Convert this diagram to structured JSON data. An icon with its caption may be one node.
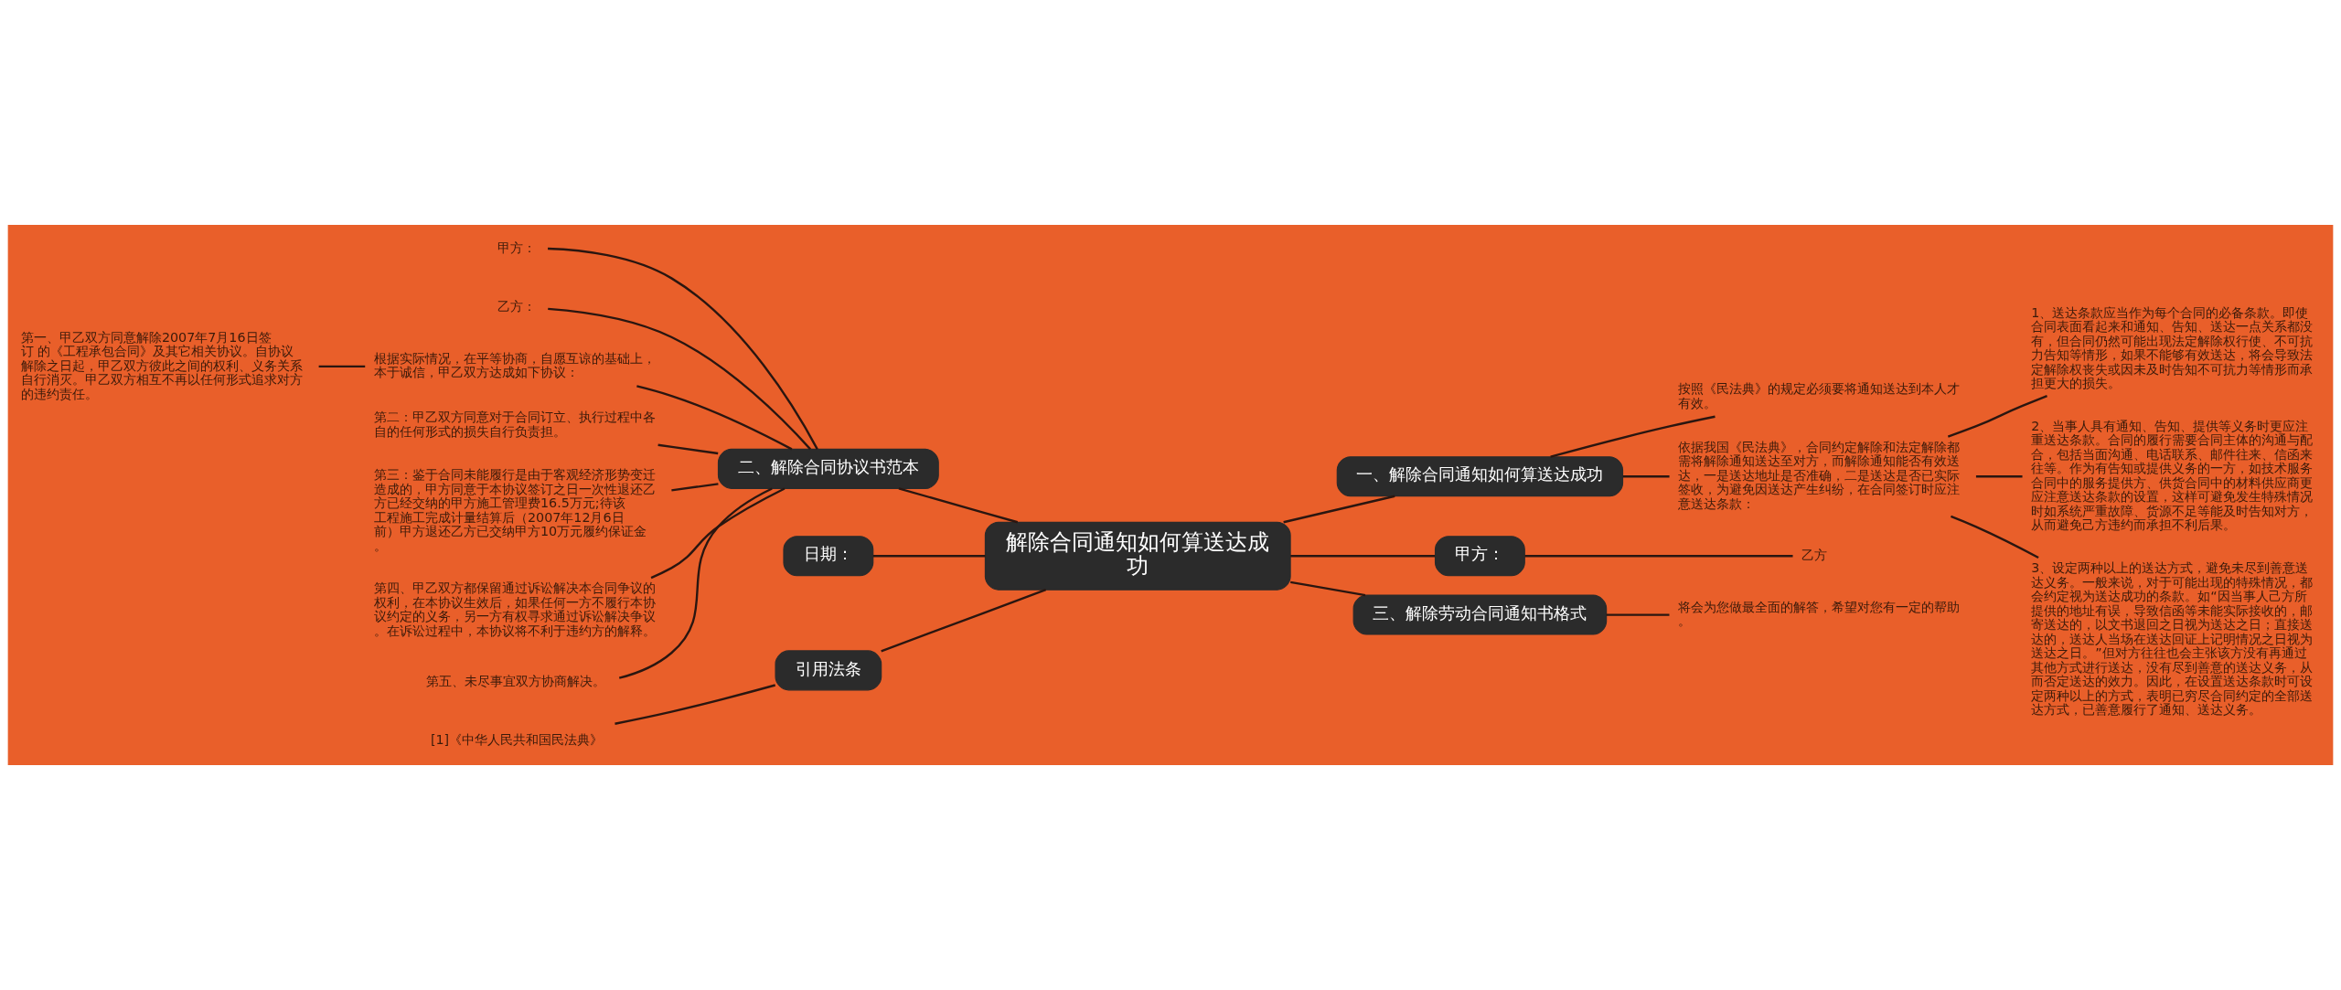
{
  "diagram": {
    "nodes": [
      {
        "text": [
          "解除合同通知如何算送达成功"
        ]
      },
      {
        "text": [
          "一、解除合同通知如何算送达成功"
        ]
      },
      {
        "text": [
          "按照《民法典》的规定必须要将通知送达到本人才有效。"
        ]
      },
      {
        "text": [
          "依据我国《民法典》，合同约定解除和法定解除都需将解除通知送达至对方，而解除通知能否有效送达，一是送达地址是否准确，二是送达是否已实际签收，为避免因送达产生纠纷，在合同签订时应注意送达条款："
        ]
      },
      {
        "text": [
          "1、送达条款应当作为每个合同的必备条款。即使合同表面看起来和通知、告知、送达一点关系都没有，但合同仍然可能出现法定解除权行使、不可抗力告知等情形，如果不能够有效送达，将会导致法定解除权丧失或因未及时告知不可抗力等情形而承担更大的损失。"
        ]
      },
      {
        "text": [
          "2、当事人具有通知、告知、提供等义务时更应注重送达条款。合同的履行需要合同主体的沟通与配合，包括当面沟通、电话联系、邮件往来、信函来往等。作为有告知或提供义务的一方，如技术服务合同中的服务提供方、供货合同中的材料供应商更应注意送达条款的设置，这样可避免发生特殊情况时如系统严重故障、货源不足等能及时告知对方，从而避免己方违约而承担不利后果。"
        ]
      },
      {
        "text": [
          "3、设定两种以上的送达方式，避免未尽到善意送达义务。一般来说，对于可能出现的特殊情况，都会约定视为送达成功的条款。如“因当事人己方所提供的地址有误，导致信函等未能实际接收的，邮寄送达的，以文书退回之日视为送达之日；直接送达的，送达人当场在送达回证上记明情况之日视为送达之日。”但对方往往也会主张该方没有再通过其他方式进行送达，没有尽到善意的送达义务，从而否定送达的效力。因此，在设置送达条款时可设定两种以上的方式，表明已穷尽合同约定的全部送达方式，已善意履行了通知、送达义务。"
        ]
      },
      {
        "text": [
          "甲方："
        ]
      },
      {
        "text": [
          "乙方"
        ]
      },
      {
        "text": [
          "三、解除劳动合同通知书格式"
        ]
      },
      {
        "text": [
          "将会为您做最全面的解答，希望对您有一定的帮助。"
        ]
      },
      {
        "text": [
          "二、解除合同协议书范本"
        ]
      },
      {
        "text": [
          "甲方："
        ]
      },
      {
        "text": [
          "乙方："
        ]
      },
      {
        "text": [
          "根据实际情况，在平等协商，自愿互谅的基础上，本于诚信，甲乙双方达成如下协议："
        ]
      },
      {
        "text": [
          "第一、甲乙双方同意解除2007年7月16日签订 的《工程承包合同》及其它相关协议。自协议解除之日起，甲乙双方彼此之间的权利、义务关系自行消灭。甲乙双方相互不再以任何形式追求对方的违约责任。"
        ]
      },
      {
        "text": [
          "第二：甲乙双方同意对于合同订立、执行过程中各自的任何形式的损失自行负责担。"
        ]
      },
      {
        "text": [
          "第三：鉴于合同未能履行是由于客观经济形势变迁造成的，甲方同意于本协议签订之日一次性退还乙方已经交纳的甲方施工管理费16.5万元;待该工程施工完成计量结算后（2007年12月6日前）甲方退还乙方已交纳甲方10万元履约保证金。"
        ]
      },
      {
        "text": [
          "第四、甲乙双方都保留通过诉讼解决本合同争议的权利，在本协议生效后，如果任何一方不履行本协议约定的义务，另一方有权寻求通过诉讼解决争议。在诉讼过程中，本协议将不利于违约方的解释。"
        ]
      },
      {
        "text": [
          "第五、未尽事宜双方协商解决。"
        ]
      },
      {
        "text": [
          "日期："
        ]
      },
      {
        "text": [
          "引用法条"
        ]
      },
      {
        "text": [
          "[1]《中华人民共和国民法典》"
        ]
      }
    ],
    "edges": [
      {
        "from": 0,
        "to": 1,
        "arrow": "none"
      },
      {
        "from": 1,
        "to": 2,
        "arrow": "none"
      },
      {
        "from": 1,
        "to": 3,
        "arrow": "none"
      },
      {
        "from": 3,
        "to": 4,
        "arrow": "none"
      },
      {
        "from": 3,
        "to": 5,
        "arrow": "none"
      },
      {
        "from": 3,
        "to": 6,
        "arrow": "none"
      },
      {
        "from": 0,
        "to": 7,
        "arrow": "none"
      },
      {
        "from": 7,
        "to": 8,
        "arrow": "none"
      },
      {
        "from": 0,
        "to": 9,
        "arrow": "none"
      },
      {
        "from": 9,
        "to": 10,
        "arrow": "none"
      },
      {
        "from": 0,
        "to": 11,
        "arrow": "none"
      },
      {
        "from": 11,
        "to": 12,
        "arrow": "none"
      },
      {
        "from": 11,
        "to": 13,
        "arrow": "none"
      },
      {
        "from": 11,
        "to": 14,
        "arrow": "none"
      },
      {
        "from": 14,
        "to": 15,
        "arrow": "none"
      },
      {
        "from": 11,
        "to": 16,
        "arrow": "none"
      },
      {
        "from": 11,
        "to": 17,
        "arrow": "none"
      },
      {
        "from": 11,
        "to": 18,
        "arrow": "none"
      },
      {
        "from": 11,
        "to": 19,
        "arrow": "none"
      },
      {
        "from": 0,
        "to": 20,
        "arrow": "none"
      },
      {
        "from": 0,
        "to": 21,
        "arrow": "none"
      },
      {
        "from": 21,
        "to": 22,
        "arrow": "none"
      }
    ]
  }
}
